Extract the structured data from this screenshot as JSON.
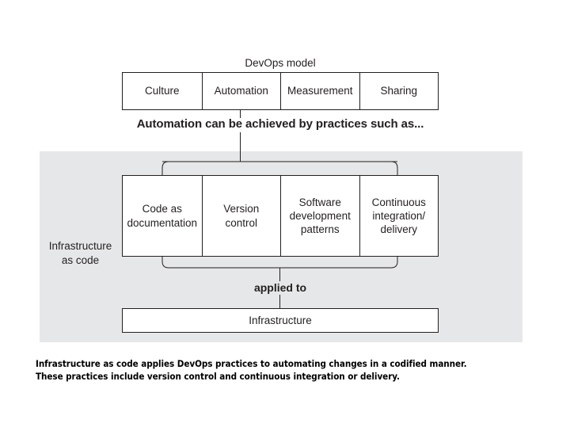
{
  "figure": {
    "title": "DevOps model",
    "background_color": "#ffffff",
    "panel_color": "#e6e7e8",
    "line_color": "#231f20"
  },
  "devops_model": {
    "title": "DevOps model",
    "cells": [
      {
        "label": "Culture"
      },
      {
        "label": "Automation"
      },
      {
        "label": "Measurement"
      },
      {
        "label": "Sharing"
      }
    ]
  },
  "heading": {
    "automation_practices": "Automation can be achieved by practices such as..."
  },
  "infrastructure_as_code": {
    "panel_label_line1": "Infrastructure",
    "panel_label_line2": "as code",
    "practices": [
      {
        "line1": "Code as",
        "line2": "documentation",
        "line3": ""
      },
      {
        "line1": "Version",
        "line2": "control",
        "line3": ""
      },
      {
        "line1": "Software",
        "line2": "development",
        "line3": "patterns"
      },
      {
        "line1": "Continuous",
        "line2": "integration/",
        "line3": "delivery"
      }
    ],
    "applied_to_label": "applied to",
    "target": {
      "label": "Infrastructure"
    }
  },
  "caption": {
    "text": "Infrastructure as code applies DevOps practices to automating changes in a codified manner. These practices include version control and continuous integration or delivery."
  }
}
